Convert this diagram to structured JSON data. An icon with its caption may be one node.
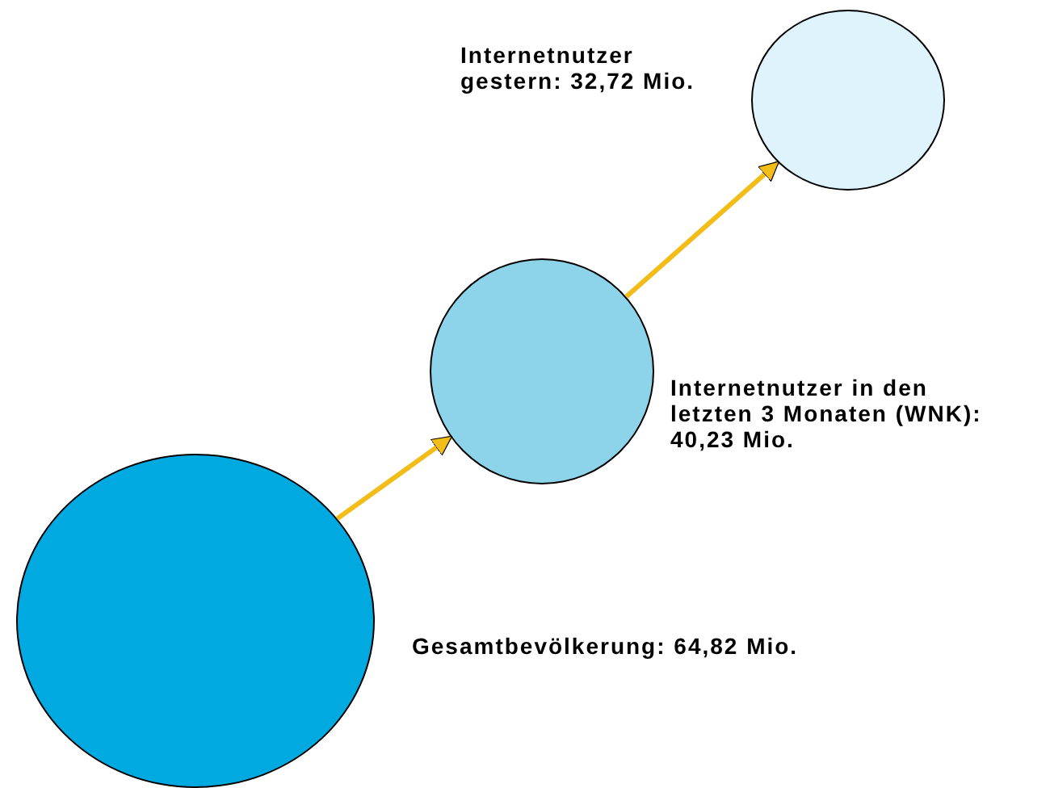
{
  "diagram": {
    "nodes": [
      {
        "text": [],
        "shape": "circle",
        "beside": [
          "Gesamtbevölkerung: 64,82 Mio."
        ]
      },
      {
        "text": [],
        "shape": "circle",
        "beside": [
          "Internetnutzer in den letzten 3 Monaten (WNK): 40,23 Mio."
        ]
      },
      {
        "text": [],
        "shape": "circle",
        "beside": [
          "Internetnutzer gestern: 32,72 Mio."
        ]
      }
    ],
    "edges": [
      {
        "from": 0,
        "to": 1,
        "arrow": "to"
      },
      {
        "from": 1,
        "to": 2,
        "arrow": "to"
      }
    ]
  }
}
